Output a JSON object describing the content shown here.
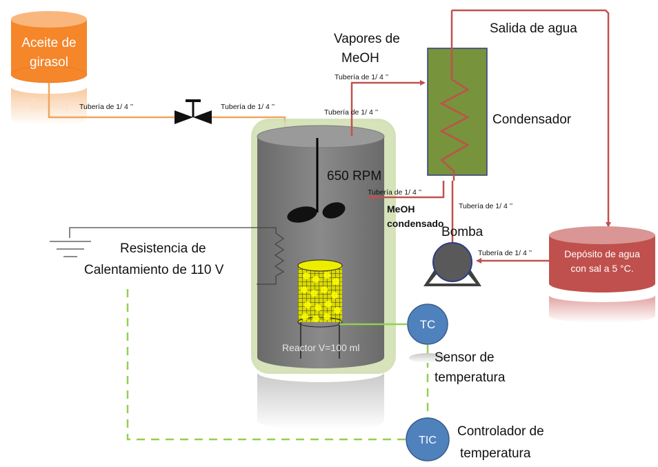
{
  "labels": {
    "oil_tank_line1": "Aceite de",
    "oil_tank_line2": "girasol",
    "oil_reflection": "girasol",
    "pipe_oil_left": "Tubería de 1/ 4 ’’",
    "pipe_oil_right": "Tubería de 1/ 4 ’’",
    "pipe_reactor_top": "Tubería de 1/ 4 ’’",
    "pipe_vapor": "Tubería de 1/ 4 ’’",
    "pipe_condensed": "Tubería de 1/ 4 ’’",
    "pipe_pump_up": "Tubería de 1/ 4 ’’",
    "pipe_water_tank": "Tubería de 1/ 4 ’’",
    "vapor_line1": "Vapores de",
    "vapor_line2": "MeOH",
    "water_out": "Salida de agua",
    "condenser": "Condensador",
    "rpm": "650 RPM",
    "meoh_cond_line1": "MeOH",
    "meoh_cond_line2": "condensado",
    "pump": "Bomba",
    "water_tank_line1": "Depósito de agua",
    "water_tank_line2": "con sal a 5 °C.",
    "heater_line1": "Resistencia de",
    "heater_line2": "Calentamiento de 110 V",
    "reactor": "Reactor V=100 ml",
    "tc": "TC",
    "sensor_line1": "Sensor de",
    "sensor_line2": "temperatura",
    "tic": "TIC",
    "controller_line1": "Controlador de",
    "controller_line2": "temperatura"
  },
  "colors": {
    "oil_tank": "#f5862a",
    "oil_pipe": "#f0a55e",
    "condenser": "#77933c",
    "water_tank": "#c0504d",
    "red_pipe": "#c0504d",
    "reactor": "#777777",
    "reactor_glow": "#c3d69b",
    "instrument": "#4f81bd",
    "signal_line": "#92d050",
    "pump": "#595959",
    "catalyst": "#ffff00"
  }
}
